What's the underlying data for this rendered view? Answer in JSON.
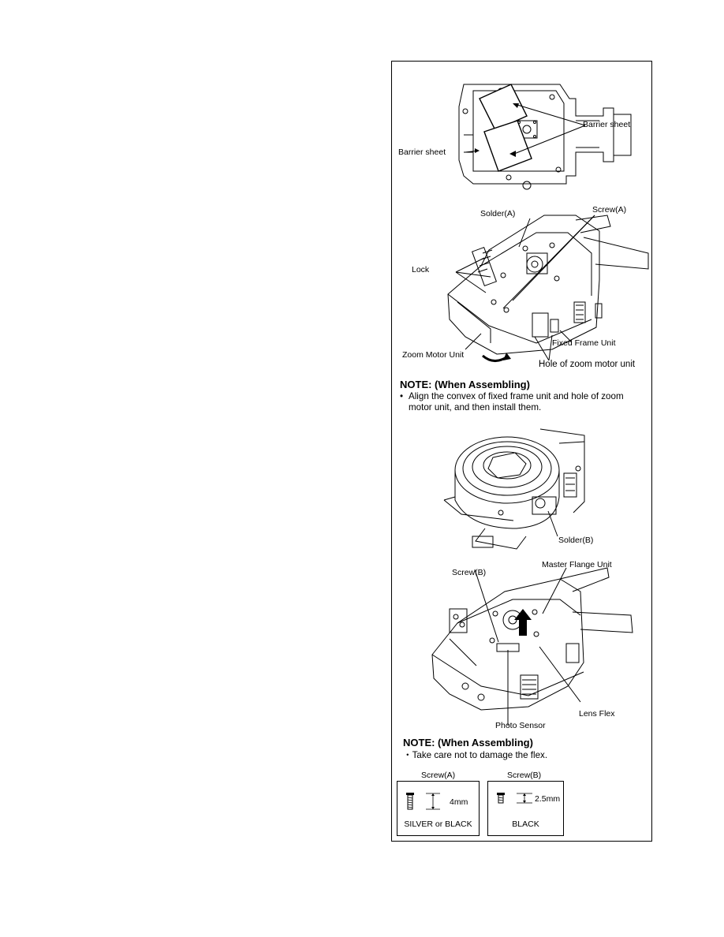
{
  "figure1": {
    "label_left": "Barrier sheet",
    "label_right": "Barrier sheet"
  },
  "figure2": {
    "solder": "Solder(A)",
    "screw": "Screw(A)",
    "lock": "Lock",
    "zoom_motor": "Zoom Motor Unit",
    "fixed_frame": "Fixed Frame Unit",
    "hole": "Hole of zoom motor unit"
  },
  "note1": {
    "title": "NOTE: (When Assembling)",
    "bullet": "•",
    "text": "Align the convex of fixed frame unit and hole of zoom motor unit, and then install them."
  },
  "figure3": {
    "solder": "Solder(B)"
  },
  "figure4": {
    "screw": "Screw(B)",
    "master_flange": "Master Flange Unit",
    "lens_flex": "Lens Flex",
    "photo_sensor": "Photo Sensor"
  },
  "note2": {
    "title": "NOTE: (When Assembling)",
    "bullet": "・",
    "text": "Take care not to damage the flex."
  },
  "screws": [
    {
      "name": "Screw(A)",
      "length": "4mm",
      "color": "SILVER or BLACK"
    },
    {
      "name": "Screw(B)",
      "length": "2.5mm",
      "color": "BLACK"
    }
  ]
}
